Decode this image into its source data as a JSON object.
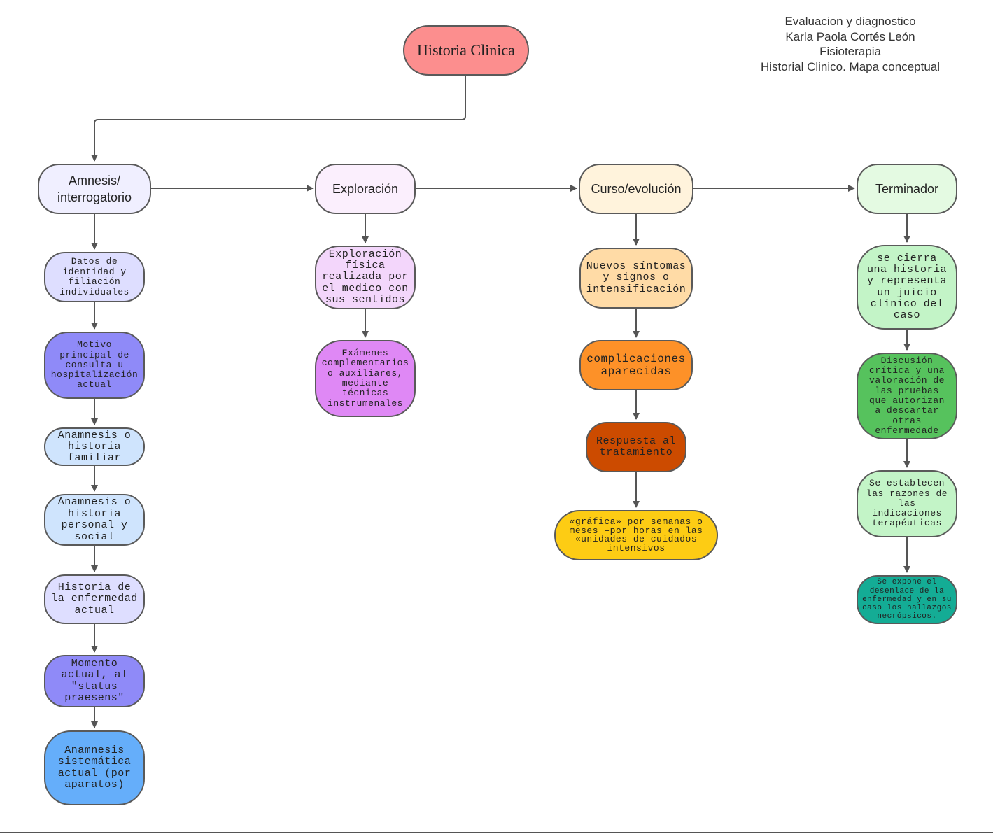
{
  "header": {
    "line1": "Evaluacion y diagnostico",
    "line2": "Karla Paola Cortés León",
    "line3": "Fisioterapia",
    "line4": "Historial Clinico. Mapa conceptual"
  },
  "root": {
    "label": "Historia Clinica",
    "color": "#fc8e8e"
  },
  "branches": {
    "amnesis": {
      "label": "Amnesis/ interrogatorio",
      "color": "#f0efff"
    },
    "exploracion": {
      "label": "Exploración",
      "color": "#fbeffd"
    },
    "curso": {
      "label": "Curso/evolución",
      "color": "#fff3dc"
    },
    "terminador": {
      "label": "Terminador",
      "color": "#e4fae2"
    }
  },
  "amnesis_items": [
    {
      "label": "Datos de identidad y filiación individuales",
      "color": "#dedeff"
    },
    {
      "label": "Motivo principal de consulta u hospitalización actual",
      "color": "#8f8af8"
    },
    {
      "label": "Anamnesis o historia familiar",
      "color": "#cfe4fd"
    },
    {
      "label": "Anamnesis o historia personal y social",
      "color": "#cfe4fd"
    },
    {
      "label": "Historia de la enfermedad actual",
      "color": "#dedeff"
    },
    {
      "label": "Momento actual, al \"status praesens\"",
      "color": "#8f8af8"
    },
    {
      "label": "Anamnesis sistemática actual (por aparatos)",
      "color": "#65aefa"
    }
  ],
  "exploracion_items": [
    {
      "label": "Exploración física realizada por el medico con sus sentidos",
      "color": "#f3d6fb"
    },
    {
      "label": "Exámenes complementarios o auxiliares, mediante técnicas instrumenales",
      "color": "#df88f5"
    }
  ],
  "curso_items": [
    {
      "label": "Nuevos síntomas y signos o intensificación",
      "color": "#ffdba6"
    },
    {
      "label": "complicaciones aparecidas",
      "color": "#fd9128"
    },
    {
      "label": "Respuesta al tratamiento",
      "color": "#cc4b00"
    },
    {
      "label": "«gráfica» por semanas o meses –por horas en las «unidades de cuidados intensivos",
      "color": "#fdcc14"
    }
  ],
  "terminador_items": [
    {
      "label": "se cierra una historia y representa un juicio clínico del caso",
      "color": "#c3f4c7"
    },
    {
      "label": "Discusión crítica y una valoración de las pruebas que autorizan a descartar otras enfermedade",
      "color": "#56c25d"
    },
    {
      "label": "Se establecen las razones de las indicaciones terapéuticas",
      "color": "#c3f4c7"
    },
    {
      "label": "Se expone el desenlace de la enfermedad y en su caso los hallazgos necrópsicos.",
      "color": "#14ac95"
    }
  ],
  "colors": {
    "line": "#555555",
    "border": "#5a5a5a"
  }
}
